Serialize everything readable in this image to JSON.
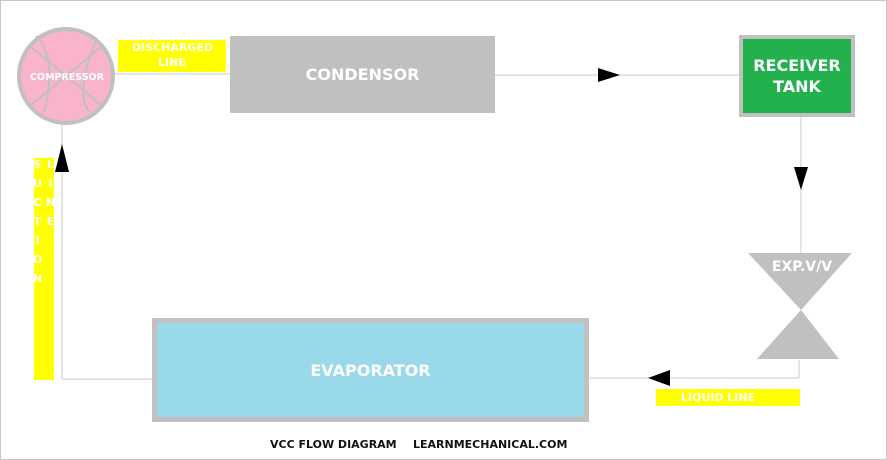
{
  "components": {
    "compressor": "COMPRESSOR",
    "condenser": "CONDENSOR",
    "receiver_line1": "RECEIVER",
    "receiver_line2": "TANK",
    "expansion_valve": "EXP.V/V",
    "evaporator": "EVAPORATOR"
  },
  "lines": {
    "discharged_line1": "DISCHARGED",
    "discharged_line2": "LINE",
    "liquid": "LIQUID LINE",
    "suction": "SUCTION LINE"
  },
  "footer": {
    "title": "VCC FLOW DIAGRAM",
    "site": "LEARNMECHANICAL.COM"
  },
  "colors": {
    "compressor": "#f9b3cc",
    "condenser": "#c0c0c0",
    "receiver": "#22b14c",
    "evaporator": "#99d9ea",
    "valve": "#c0c0c0",
    "label_tag": "#ffff00"
  }
}
